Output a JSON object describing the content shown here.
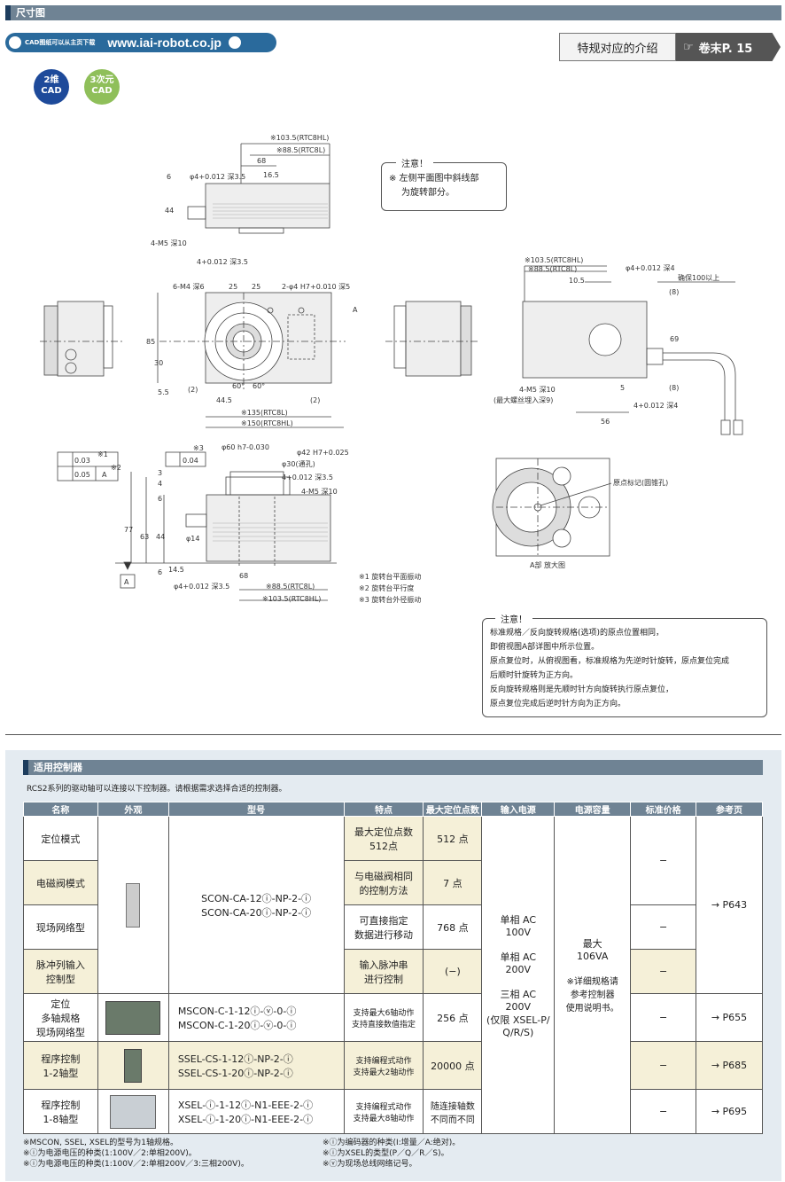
{
  "header": {
    "section_title": "尺寸图"
  },
  "cad": {
    "download_text": "CAD图纸可以从主页下载",
    "url": "www.iai-robot.co.jp",
    "badge_2d": "2维\nCAD",
    "badge_2d_a": "2维",
    "badge_2d_b": "CAD",
    "badge_3d_a": "3次元",
    "badge_3d_b": "CAD"
  },
  "ref": {
    "special": "特规对应的介绍",
    "tail": "卷末P. 15"
  },
  "note1": {
    "title": "注意！",
    "line1": "※ 左侧平面图中斜线部",
    "line2": "为旋转部分。"
  },
  "note2": {
    "title": "注意！",
    "lines": [
      "标准规格／反向旋转规格(选项)的原点位置相同，",
      "即俯视图A部详图中所示位置。",
      "原点复位时，从俯视图看，标准规格为先逆时针旋转，原点复位完成",
      "后顺时针旋转为正方向。",
      "反向旋转规格则是先顺时针方向旋转执行原点复位，",
      "原点复位完成后逆时针方向为正方向。"
    ]
  },
  "drawing": {
    "top": {
      "d1": "※103.5(RTC8HL)",
      "d2": "※88.5(RTC8L)",
      "d3": "68",
      "d4": "16.5",
      "d5": "φ4+0.012 深3.5",
      "d6": "6",
      "d7": "44",
      "d8": "4-M5 深10",
      "d9": "4+0.012 深3.5"
    },
    "front": {
      "d1": "6-M4 深6",
      "d2": "25",
      "d3": "25",
      "d4": "2-φ4 H7+0.010 深5",
      "d5": "A",
      "d6": "85",
      "d7": "30",
      "d8": "5.5",
      "d9": "(2)",
      "d10": "44.5",
      "d11": "60°",
      "d12": "60°",
      "d13": "(2)",
      "d14": "※135(RTC8L)",
      "d15": "※150(RTC8HL)"
    },
    "right": {
      "d1": "※103.5(RTC8HL)",
      "d2": "※88.5(RTC8L)",
      "d3": "10.5",
      "d4": "φ4+0.012 深4",
      "d5": "确保100以上",
      "d6": "(8)",
      "d7": "69",
      "d8": "(8)",
      "d9": "4-M5 深10",
      "d10": "(最大螺丝埋入深9)",
      "d11": "5",
      "d12": "4+0.012 深4",
      "d13": "56"
    },
    "side": {
      "t1": "0.03",
      "t2": "0.05",
      "t3": "A",
      "t4": "0.04",
      "n1": "※1",
      "n2": "※2",
      "n3": "※3",
      "d1": "φ60 h7-0.030",
      "d2": "φ42 H7+0.025",
      "d3": "φ30(通孔)",
      "d4": "4+0.012 深3.5",
      "d5": "4-M5 深10",
      "d6": "3",
      "d7": "4",
      "d8": "6",
      "d9": "φ14",
      "d10": "44",
      "d11": "63",
      "d12": "77",
      "d13": "6",
      "d14": "14.5",
      "d15": "68",
      "d16": "φ4+0.012 深3.5",
      "d17": "※88.5(RTC8L)",
      "d18": "※103.5(RTC8HL)",
      "datum": "A"
    },
    "detail": {
      "label": "原点标记(圆锥孔)",
      "caption": "A部 放大图"
    },
    "notes": [
      "※1 旋转台平面振动",
      "※2 旋转台平行度",
      "※3 旋转台外径振动"
    ]
  },
  "controllers": {
    "section_title": "适用控制器",
    "intro": "RCS2系列的驱动轴可以连接以下控制器。请根据需求选择合适的控制器。",
    "headers": [
      "名称",
      "外观",
      "型号",
      "特点",
      "最大定位点数",
      "输入电源",
      "电源容量",
      "标准价格",
      "参考页"
    ],
    "rows": [
      {
        "name": "定位模式",
        "feature": "最大定位点数\n512点",
        "feature_a": "最大定位点数",
        "feature_b": "512点",
        "points": "512 点"
      },
      {
        "name": "电磁阀模式",
        "feature_a": "与电磁阀相同",
        "feature_b": "的控制方法",
        "points": "7 点"
      },
      {
        "name": "现场网络型",
        "feature_a": "可直接指定",
        "feature_b": "数据进行移动",
        "points": "768 点"
      },
      {
        "name_a": "脉冲列输入",
        "name_b": "控制型",
        "feature_a": "输入脉冲串",
        "feature_b": "进行控制",
        "points": "(−)"
      },
      {
        "name_a": "定位",
        "name_b": "多轴规格",
        "name_c": "现场网络型",
        "model_a": "MSCON-C-1-12ⓘ-ⓥ-0-ⓘ",
        "model_b": "MSCON-C-1-20ⓘ-ⓥ-0-ⓘ",
        "feature_a": "支持最大6轴动作",
        "feature_b": "支持直接数值指定",
        "points": "256 点",
        "price": "−",
        "page": "→ P655"
      },
      {
        "name_a": "程序控制",
        "name_b": "1-2轴型",
        "model_a": "SSEL-CS-1-12ⓘ-NP-2-ⓘ",
        "model_b": "SSEL-CS-1-20ⓘ-NP-2-ⓘ",
        "feature_a": "支持编程式动作",
        "feature_b": "支持最大2轴动作",
        "points": "20000 点",
        "price": "−",
        "page": "→ P685"
      },
      {
        "name_a": "程序控制",
        "name_b": "1-8轴型",
        "model_a": "XSEL-ⓘ-1-12ⓘ-N1-EEE-2-ⓘ",
        "model_b": "XSEL-ⓘ-1-20ⓘ-N1-EEE-2-ⓘ",
        "feature_a": "支持编程式动作",
        "feature_b": "支持最大8轴动作",
        "points_a": "随连接轴数",
        "points_b": "不同而不同",
        "price": "−",
        "page": "→ P695"
      }
    ],
    "scon_model_a": "SCON-CA-12ⓘ-NP-2-ⓘ",
    "scon_model_b": "SCON-CA-20ⓘ-NP-2-ⓘ",
    "power": {
      "p1a": "单相 AC",
      "p1b": "100V",
      "p2a": "单相 AC",
      "p2b": "200V",
      "p3a": "三相 AC",
      "p3b": "200V",
      "p3c": "(仅限 XSEL-P/",
      "p3d": "Q/R/S)"
    },
    "capacity": {
      "c1": "最大",
      "c2": "106VA",
      "c3": "※详细规格请",
      "c4": "参考控制器",
      "c5": "使用说明书。"
    },
    "price_top": "−",
    "price_mid": "−",
    "price_pulse": "−",
    "page_top": "→ P643",
    "footnotes_left": [
      "※MSCON, SSEL, XSEL的型号为1轴规格。",
      "※ⓘ为电源电压的种类(1:100V／2:单相200V)。",
      "※ⓘ为电源电压的种类(1:100V／2:单相200V／3:三相200V)。"
    ],
    "footnotes_right": [
      "※ⓘ为编码器的种类(I:增量／A:绝对)。",
      "※ⓘ为XSEL的类型(P／Q／R／S)。",
      "※ⓥ为现场总线网络记号。"
    ]
  }
}
